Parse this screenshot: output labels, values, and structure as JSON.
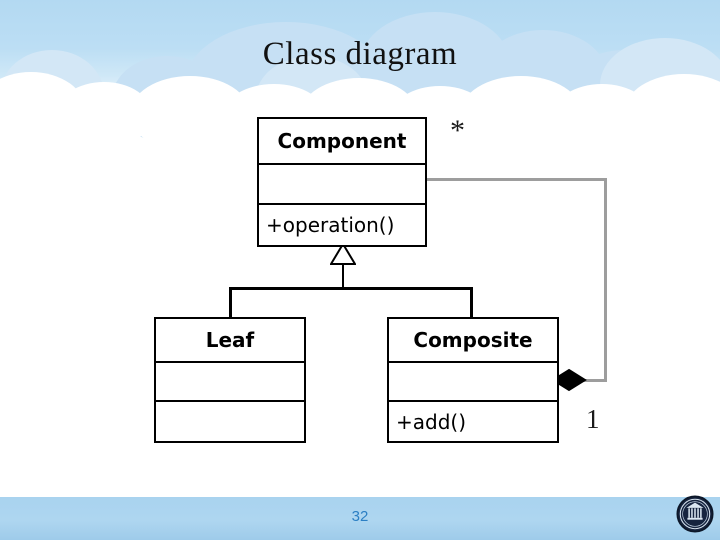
{
  "slide": {
    "title": "Class diagram",
    "page_number": "32",
    "logo_name": "university-seal",
    "background": {
      "sky_color": "#b3d9f2",
      "cloud_color": "#ffffff",
      "footer_color": "#aed6f0",
      "page_number_color": "#2b7fc4"
    }
  },
  "diagram": {
    "type": "uml-class-diagram",
    "pattern": "Composite",
    "classes": [
      {
        "id": "component",
        "name": "Component",
        "attributes": "",
        "operations": "+operation()"
      },
      {
        "id": "leaf",
        "name": "Leaf",
        "attributes": "",
        "operations": ""
      },
      {
        "id": "composite",
        "name": "Composite",
        "attributes": "",
        "operations": "+add()"
      }
    ],
    "relationships": [
      {
        "type": "generalization",
        "from": "Leaf",
        "to": "Component",
        "marker": "hollow-triangle"
      },
      {
        "type": "generalization",
        "from": "Composite",
        "to": "Component",
        "marker": "hollow-triangle"
      },
      {
        "type": "composition",
        "from": "Composite",
        "to": "Component",
        "marker": "filled-diamond",
        "source_multiplicity": "1",
        "target_multiplicity": "*",
        "line_color": "#9d9d9d"
      }
    ],
    "multiplicities": {
      "star": "*",
      "one": "1"
    }
  }
}
